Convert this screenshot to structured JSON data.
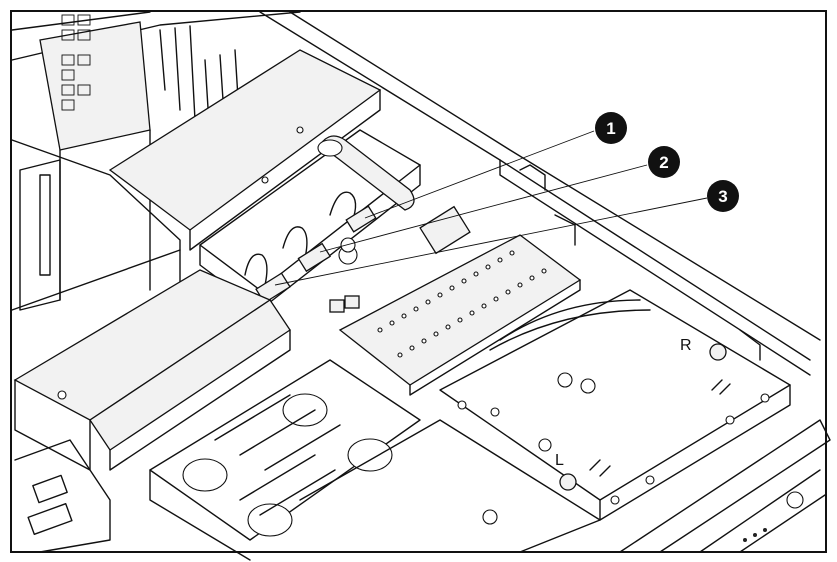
{
  "callouts": [
    {
      "number": "1"
    },
    {
      "number": "2"
    },
    {
      "number": "3"
    }
  ],
  "chassis_labels": {
    "right": "R",
    "left": "L"
  }
}
